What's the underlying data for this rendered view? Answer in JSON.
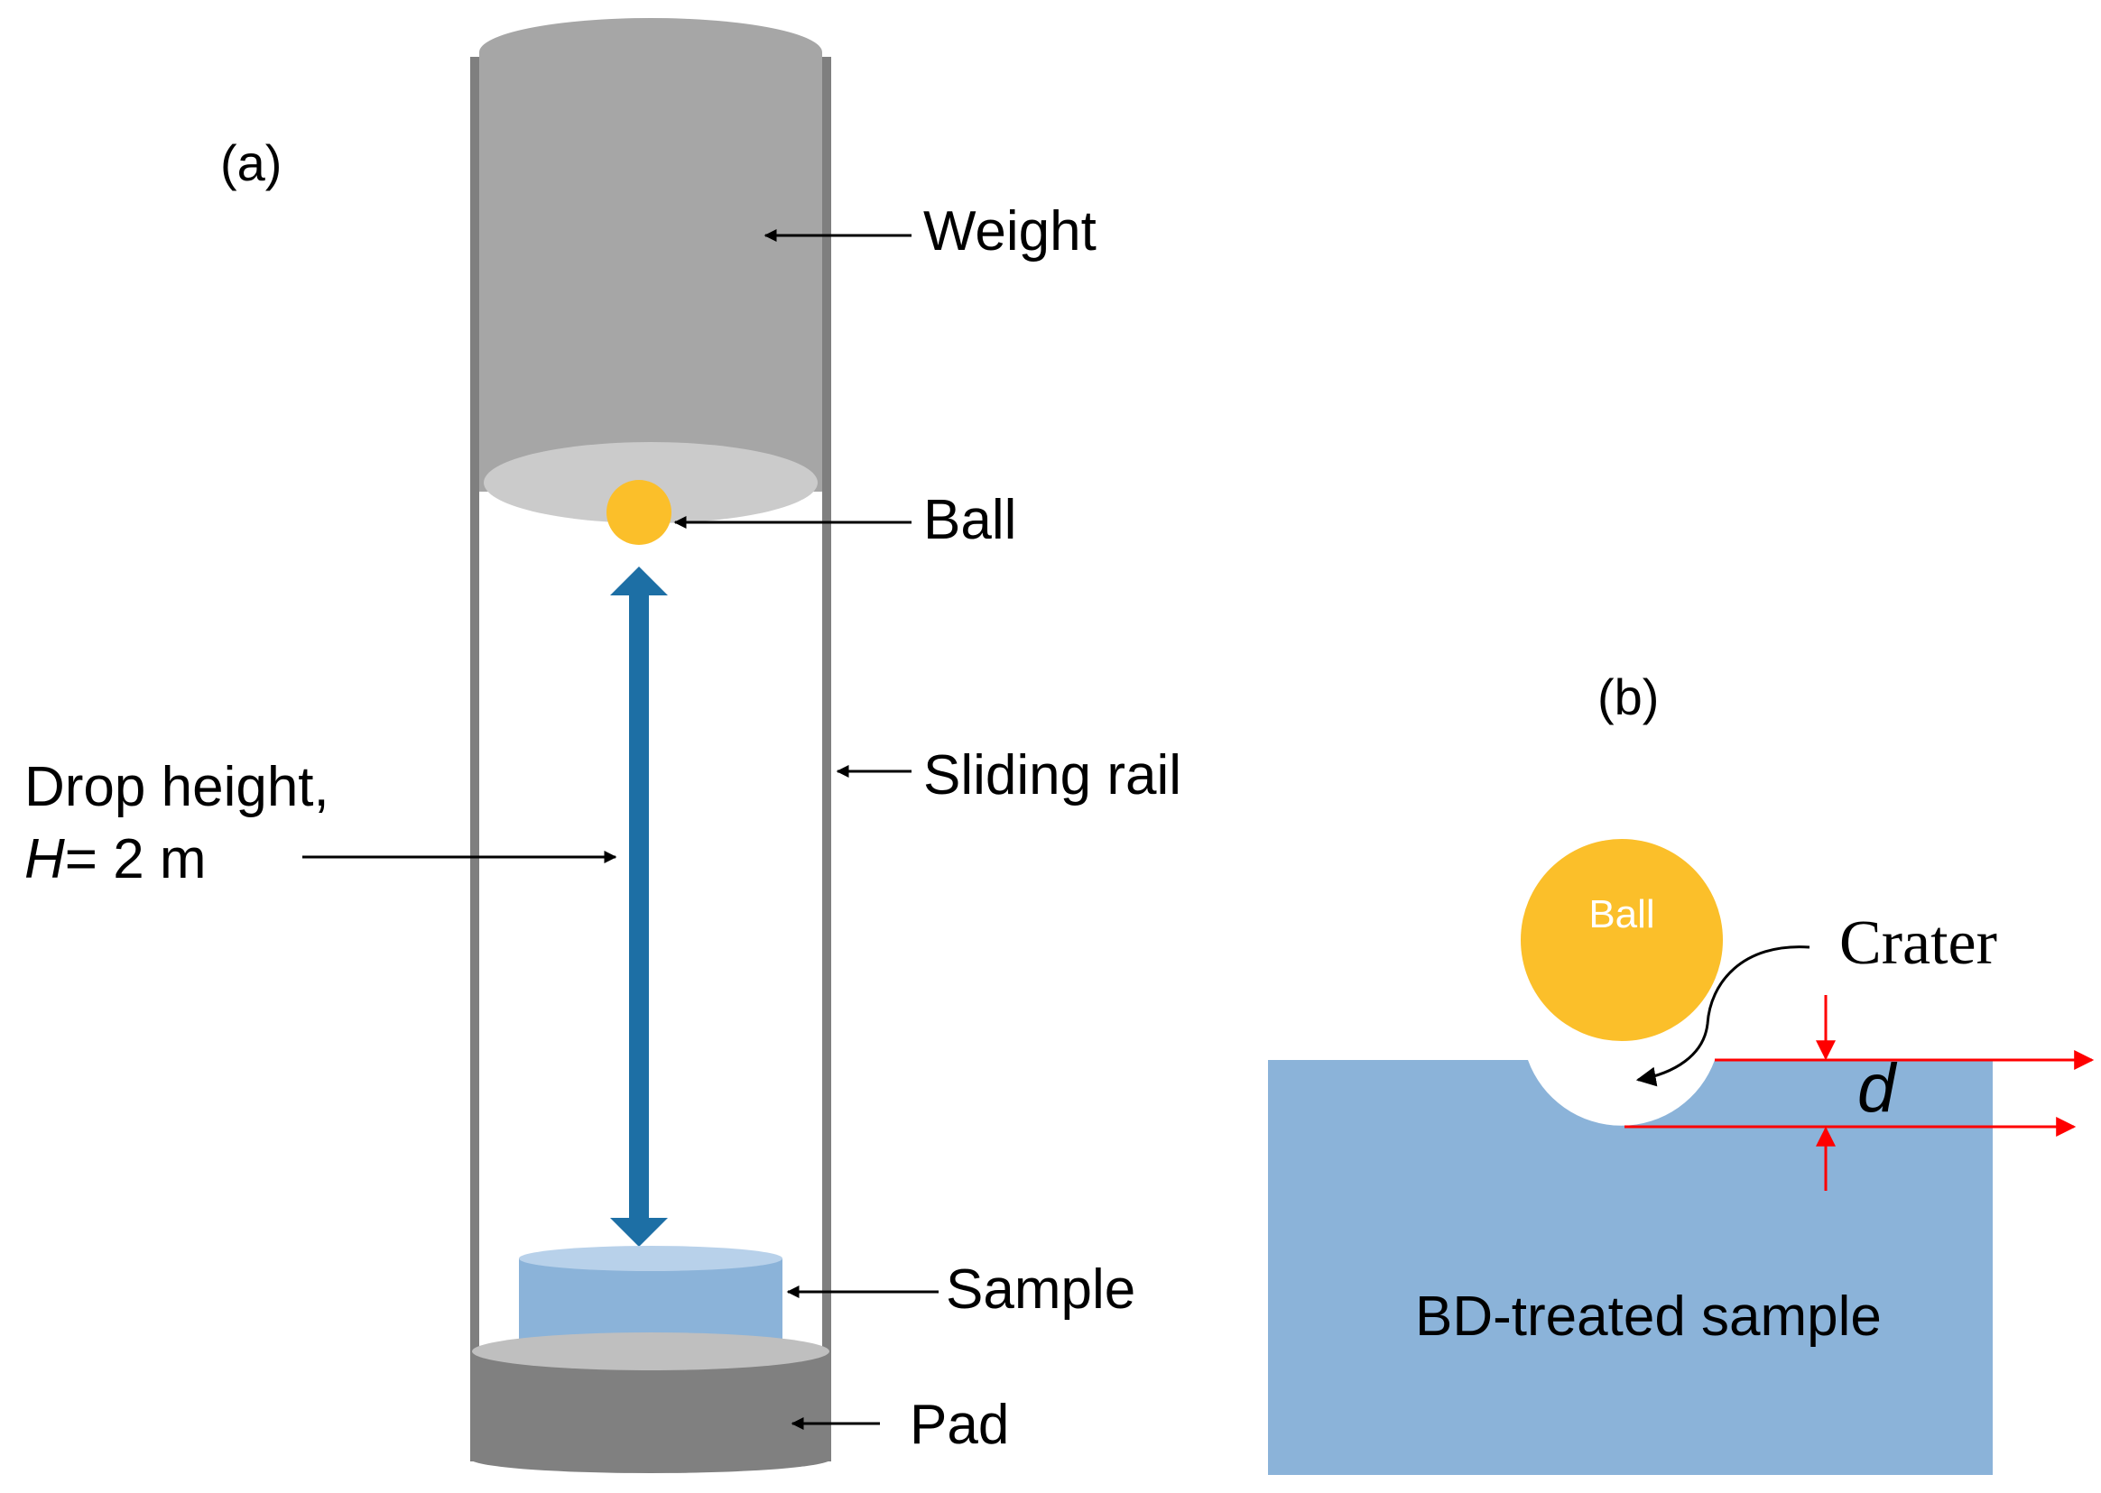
{
  "panel_a": {
    "label": "(a)",
    "labels": {
      "weight": "Weight",
      "ball": "Ball",
      "sliding_rail": "Sliding rail",
      "drop_height_line1": "Drop height,",
      "drop_height_var": "H",
      "drop_height_rest": "= 2 m",
      "sample": "Sample",
      "pad": "Pad"
    }
  },
  "panel_b": {
    "label": "(b)",
    "labels": {
      "ball": "Ball",
      "crater": "Crater",
      "depth": "d",
      "sample": "BD-treated sample"
    }
  },
  "colors": {
    "weight_body": "#a6a6a6",
    "weight_bottom": "#cbcbcb",
    "rail": "#7f7f7f",
    "ball": "#fbbf2a",
    "drop_arrow": "#1d6fa5",
    "sample_body": "#8bb3d9",
    "sample_top": "#b8d1ea",
    "pad_top": "#bfbfbf",
    "pad_body": "#808080",
    "block": "#8bb3d9",
    "marker": "#ff0000"
  }
}
